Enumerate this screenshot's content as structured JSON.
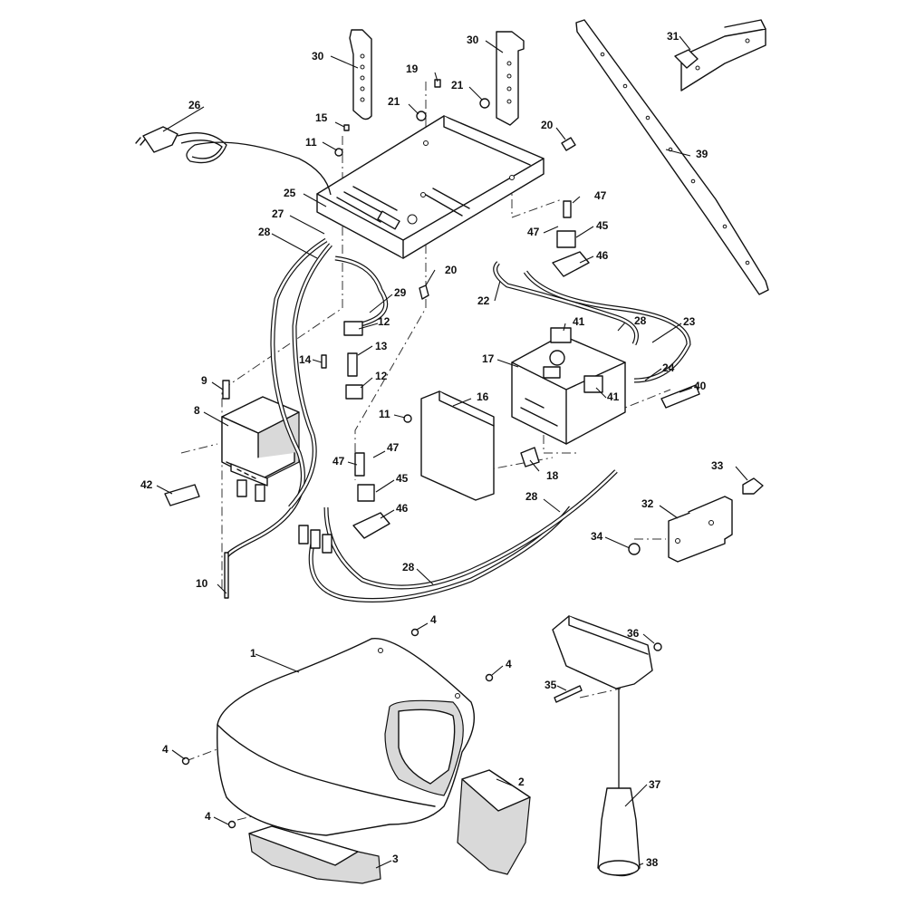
{
  "diagram": {
    "callouts": {
      "c1": "1",
      "c2": "2",
      "c3": "3",
      "c4a": "4",
      "c4b": "4",
      "c4c": "4",
      "c4d": "4",
      "c8": "8",
      "c9": "9",
      "c10": "10",
      "c11a": "11",
      "c11b": "11",
      "c12a": "12",
      "c12b": "12",
      "c13": "13",
      "c14": "14",
      "c15": "15",
      "c16": "16",
      "c17": "17",
      "c18": "18",
      "c19": "19",
      "c20a": "20",
      "c20b": "20",
      "c21a": "21",
      "c21b": "21",
      "c22": "22",
      "c23": "23",
      "c24": "24",
      "c25": "25",
      "c26": "26",
      "c27": "27",
      "c28a": "28",
      "c28b": "28",
      "c28c": "28",
      "c28d": "28",
      "c29": "29",
      "c30a": "30",
      "c30b": "30",
      "c31": "31",
      "c32": "32",
      "c33": "33",
      "c34": "34",
      "c35": "35",
      "c36": "36",
      "c37": "37",
      "c38": "38",
      "c39": "39",
      "c40": "40",
      "c41a": "41",
      "c41b": "41",
      "c42": "42",
      "c45a": "45",
      "c45b": "45",
      "c46a": "46",
      "c46b": "46",
      "c47a": "47",
      "c47b": "47",
      "c47c": "47",
      "c47d": "47"
    },
    "colors": {
      "ink": "#111111",
      "paper": "#ffffff",
      "shade": "#d9d9d9"
    }
  }
}
